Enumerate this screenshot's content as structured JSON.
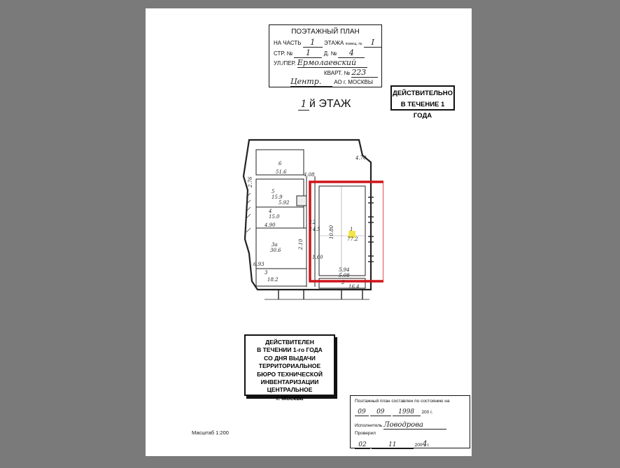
{
  "header_box": {
    "title": "ПОЭТАЖНЫЙ ПЛАН",
    "row1_prefix": "НА ЧАСТЬ",
    "row1_floor": "1",
    "row1_mid": "ЭТАЖА",
    "row1_premise_label": "помещ. №",
    "row1_premise": "I",
    "row2_prefix": "СТР. №",
    "row2_str": "1",
    "row2_mid": "Д. №",
    "row2_house": "4",
    "row3_prefix": "УЛ./ПЕР.",
    "row3_street": "Ермолаевский",
    "row4_prefix": "КВАРТ. №",
    "row4_kvart": "223",
    "row5_district": "Центр.",
    "row5_suffix": "АО г. МОСКВЫ"
  },
  "validity_stamp": {
    "line1": "ДЕЙСТВИТЕЛЬНО",
    "line2": "В ТЕЧЕНИЕ 1 ГОДА"
  },
  "floor_title": {
    "number": "1",
    "text": "й ЭТАЖ"
  },
  "plan_labels": {
    "room6": "6",
    "room6_area": "51.6",
    "room5": "5",
    "room5_area": "15.9",
    "room5_dim": "5.92",
    "room4": "4",
    "room4_area": "15.0",
    "room4_dim": "4.90",
    "room3a": "3а",
    "room3a_area": "30.6",
    "room3a_dim": "6.93",
    "room3": "3",
    "room3_area": "18.2",
    "room12": "12",
    "room12_area": "14.5",
    "room1": "1",
    "room1_area": "77.2",
    "dim_top": "4.08",
    "dim_w": "5.94",
    "dim_w2": "5.08",
    "dim_h": "10.80",
    "dim_side": "2.10",
    "dim_small": "1.60",
    "room2": "2",
    "room2_area": "16.4",
    "dim_small2": "2.76",
    "dim_small3": "4.70"
  },
  "btі_stamp": {
    "lines": [
      "ДЕЙСТВИТЕЛЕН",
      "В ТЕЧЕНИИ 1-го ГОДА",
      "СО ДНЯ ВЫДАЧИ",
      "ТЕРРИТОРИАЛЬНОЕ",
      "БЮРО ТЕХНИЧЕСКОЙ",
      "ИНВЕНТАРИЗАЦИИ",
      "ЦЕНТРАЛЬНОЕ",
      "г. Москва"
    ]
  },
  "scale": "Масштаб 1:200",
  "state_box": {
    "heading": "Поэтажный план составлен по состоянию на",
    "date_day": "09",
    "date_month": "09",
    "date_year": "1998",
    "year_suffix": "200",
    "year_g": "г.",
    "executor_label": "Исполнитель",
    "executor": "Ловодрова",
    "checked_label": "Проверил",
    "check_day": "02",
    "check_month": "11",
    "check_year_suffix": "200",
    "check_year_digit": "4",
    "check_g": "г."
  },
  "colors": {
    "highlight": "#d0141a",
    "background": "#7a7a7a",
    "sticky": "#f2e64a"
  }
}
